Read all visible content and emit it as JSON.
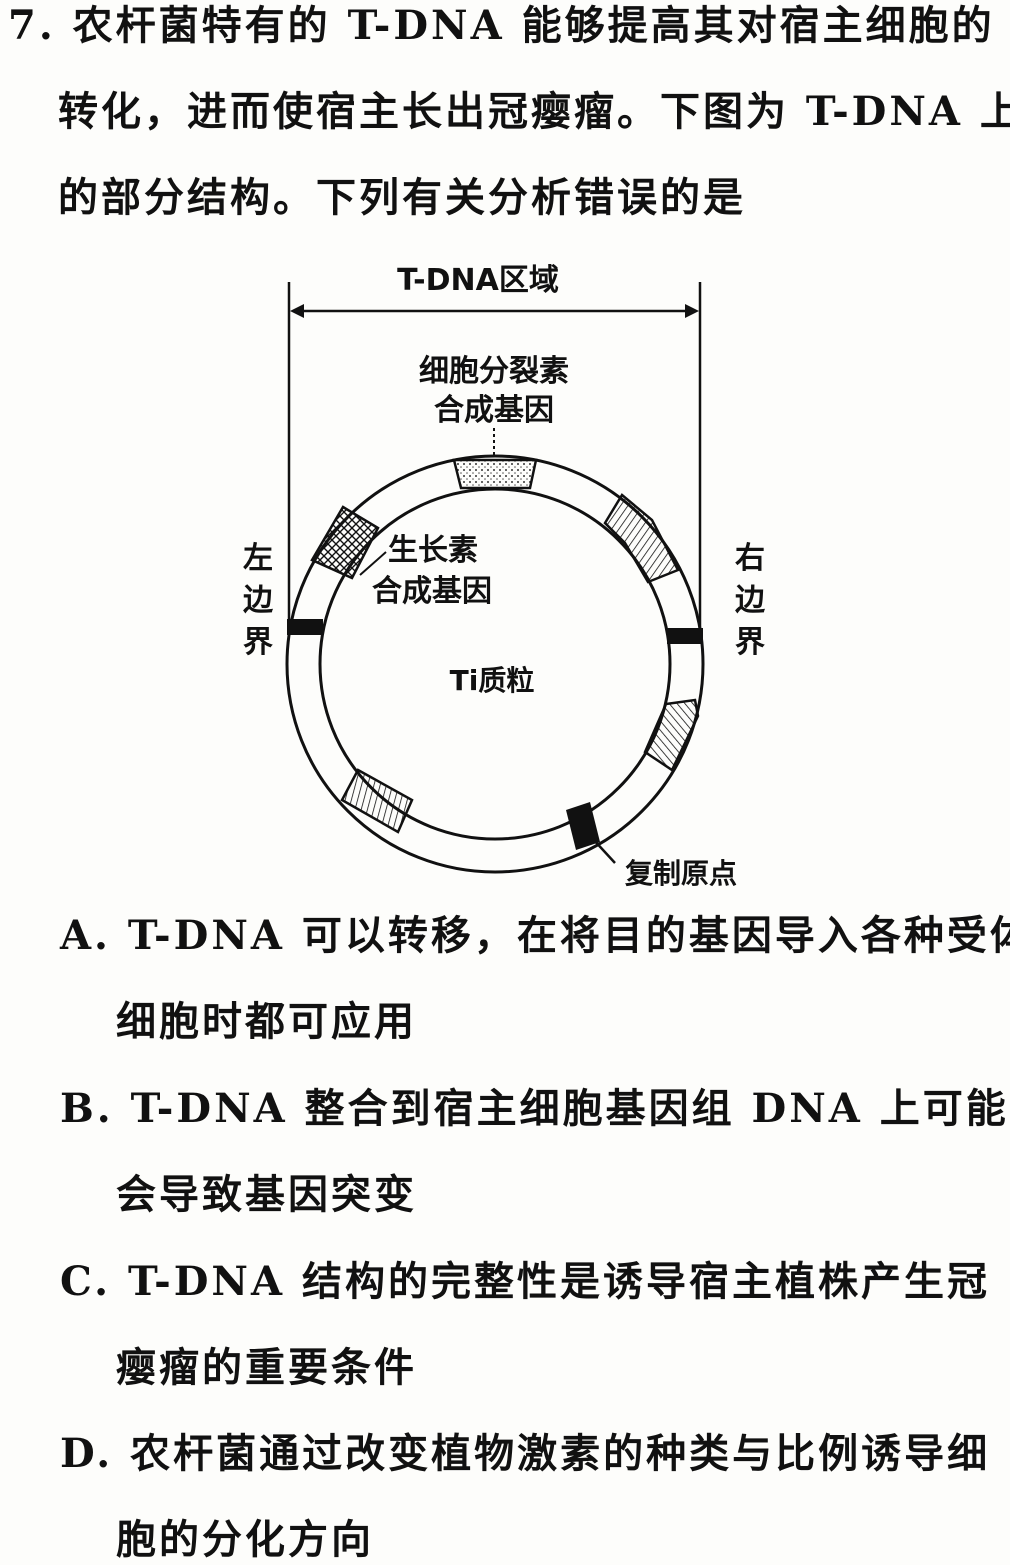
{
  "question": {
    "lines": [
      "7. 农杆菌特有的 T-DNA 能够提高其对宿主细胞的",
      "转化，进而使宿主长出冠瘿瘤。下图为 T-DNA 上",
      "的部分结构。下列有关分析错误的是"
    ]
  },
  "diagram": {
    "region_label": "T-DNA区域",
    "cytokinin_gene_line1": "细胞分裂素",
    "cytokinin_gene_line2": "合成基因",
    "auxin_gene_line1": "生长素",
    "auxin_gene_line2": "合成基因",
    "left_border": [
      "左",
      "边",
      "界"
    ],
    "right_border": [
      "右",
      "边",
      "界"
    ],
    "plasmid_label": "Ti质粒",
    "origin_label": "复制原点"
  },
  "options": {
    "A": [
      "A. T-DNA 可以转移，在将目的基因导入各种受体",
      "细胞时都可应用"
    ],
    "B": [
      "B. T-DNA 整合到宿主细胞基因组 DNA 上可能",
      "会导致基因突变"
    ],
    "C": [
      "C. T-DNA 结构的完整性是诱导宿主植株产生冠",
      "瘿瘤的重要条件"
    ],
    "D": [
      "D. 农杆菌通过改变植物激素的种类与比例诱导细",
      "胞的分化方向"
    ]
  }
}
